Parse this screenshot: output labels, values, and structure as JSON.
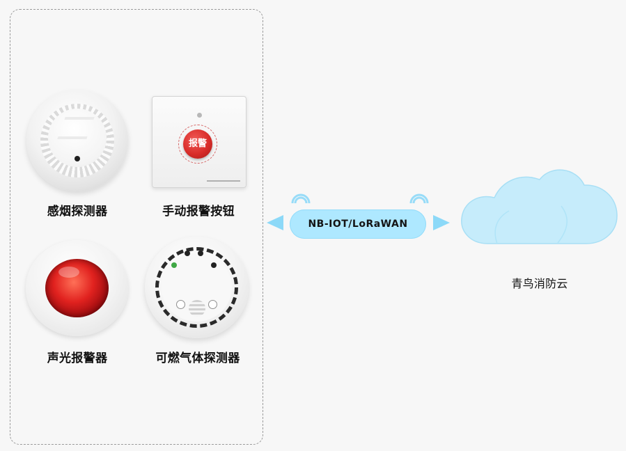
{
  "devices": {
    "smoke_detector": "感烟探测器",
    "manual_alarm_button": "手动报警按钮",
    "manual_alarm_button_text": "报警",
    "sound_light_alarm": "声光报警器",
    "gas_detector": "可燃气体探测器"
  },
  "communication": {
    "protocol": "NB-IOT/LoRaWAN"
  },
  "cloud": {
    "label": "青鸟消防云"
  },
  "colors": {
    "dashed_border": "#9a9a9a",
    "badge": "#aee8ff",
    "arrow": "#8cd9f8",
    "cloud": "#c6ecfb",
    "alarm_red": "#d92d2a"
  },
  "icons": {
    "signal": "signal-waves-icon",
    "cloud": "cloud-icon"
  }
}
